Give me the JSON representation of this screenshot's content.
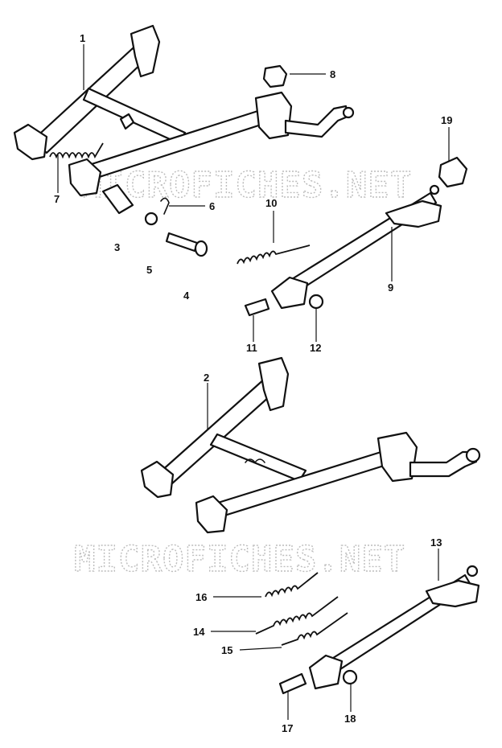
{
  "watermark": "MICROFICHES.NET",
  "callouts": [
    "1",
    "2",
    "3",
    "4",
    "5",
    "6",
    "7",
    "8",
    "9",
    "10",
    "11",
    "12",
    "13",
    "14",
    "15",
    "16",
    "17",
    "18",
    "19"
  ]
}
